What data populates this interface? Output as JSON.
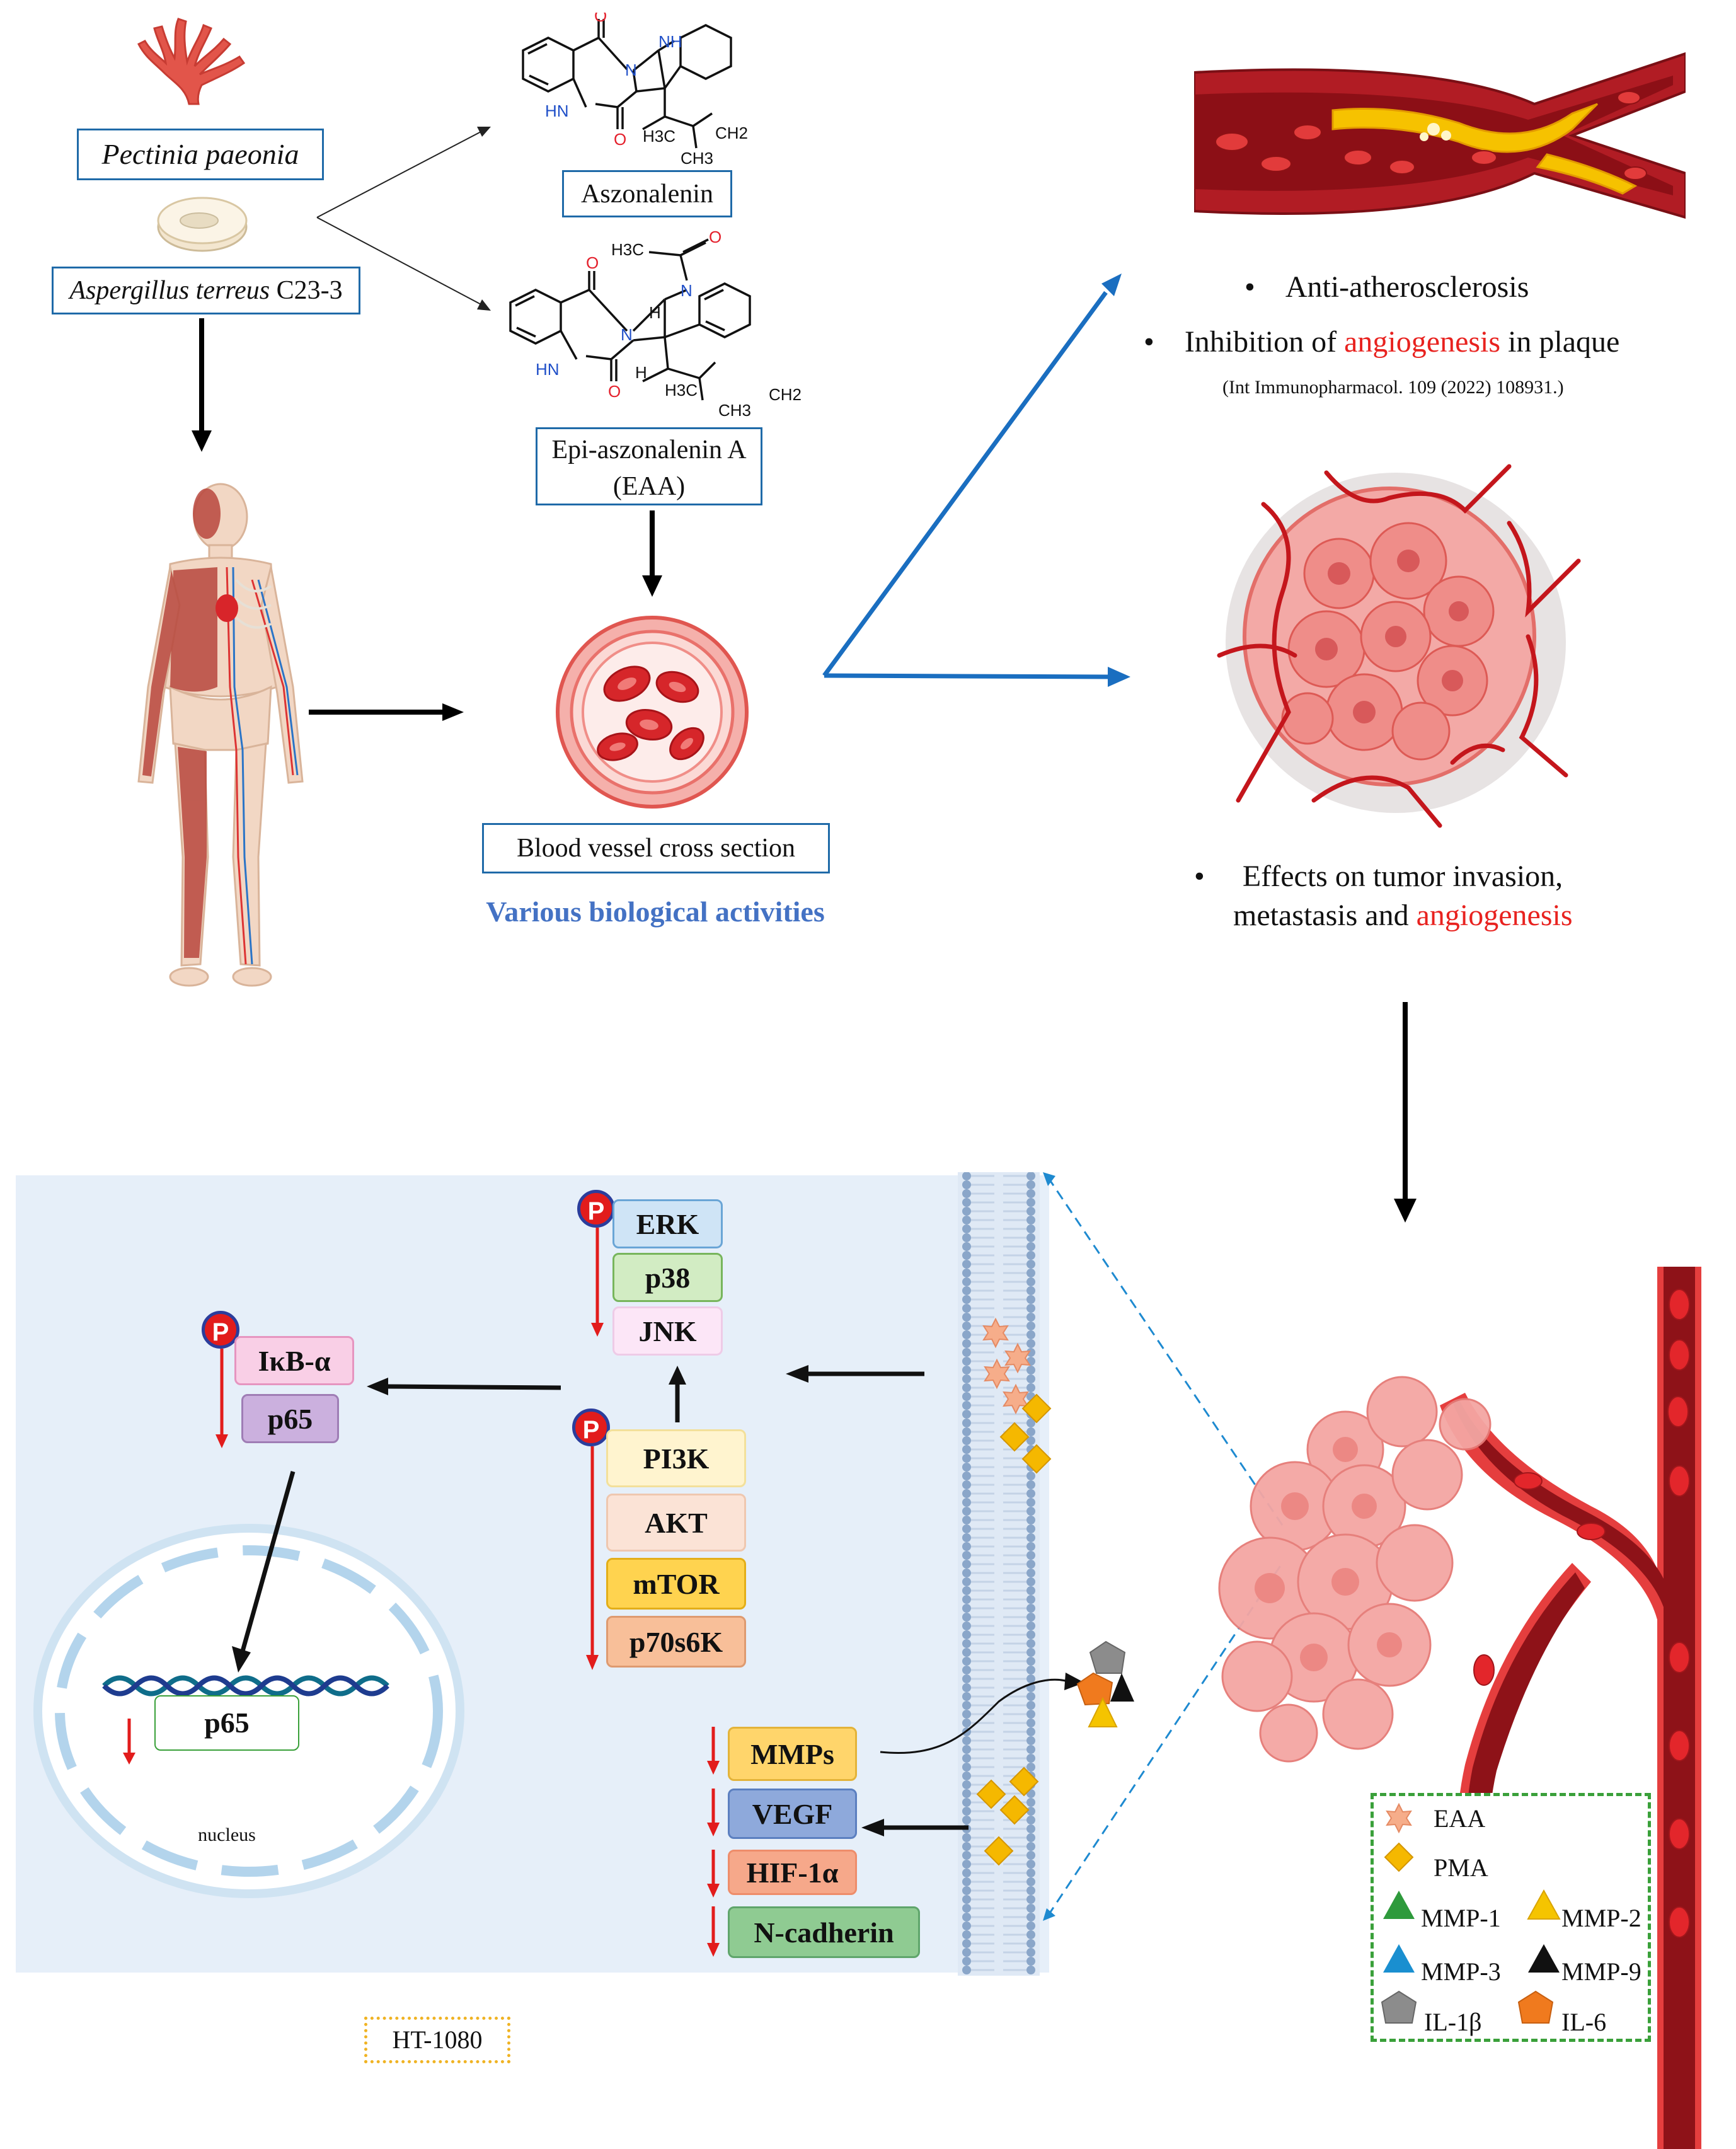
{
  "top": {
    "coral_label": "Pectinia paeonia",
    "fungus_label_italic": "Aspergillus terreus",
    "fungus_label_rest": " C23-3",
    "compound1_label": "Aszonalenin",
    "compound2_label_line1": "Epi-aszonalenin A",
    "compound2_label_line2": "(EAA)",
    "vessel_label": "Blood vessel cross section",
    "activities_label": "Various biological activities"
  },
  "chem": {
    "o": "O",
    "nh": "NH",
    "hn": "HN",
    "n": "N",
    "h3c": "H3C",
    "ch3": "CH3",
    "ch2": "CH2",
    "h": "H"
  },
  "effects": {
    "bullet1": "Anti-atherosclerosis",
    "bullet2_pre": "Inhibition of ",
    "bullet2_red": "angiogenesis",
    "bullet2_post": " in plaque",
    "reference": "(Int Immunopharmacol. 109 (2022) 108931.)",
    "bullet3_line1": "Effects on tumor invasion,",
    "bullet3_line2_pre": "metastasis and ",
    "bullet3_line2_red": "angiogenesis"
  },
  "pathway": {
    "phospho_symbol": "P",
    "mapk": [
      "ERK",
      "p38",
      "JNK"
    ],
    "pi3k": [
      "PI3K",
      "AKT",
      "mTOR",
      "p70s6K"
    ],
    "nfkb": [
      "IκB-α",
      "p65"
    ],
    "nucleus_gene": "p65",
    "nucleus_label": "nucleus",
    "targets": [
      "MMPs",
      "VEGF",
      "HIF-1α",
      "N-cadherin"
    ],
    "cell_line": "HT-1080"
  },
  "legend": {
    "items": [
      {
        "name": "EAA",
        "shape": "star",
        "color": "#f2a37c"
      },
      {
        "name": "PMA",
        "shape": "diamond",
        "color": "#f5b800"
      },
      {
        "name": "MMP-1",
        "shape": "triangle",
        "color": "#2e9a3c"
      },
      {
        "name": "MMP-2",
        "shape": "triangle",
        "color": "#f5c400"
      },
      {
        "name": "MMP-3",
        "shape": "triangle",
        "color": "#1a8fd0"
      },
      {
        "name": "MMP-9",
        "shape": "triangle",
        "color": "#111111"
      },
      {
        "name": "IL-1β",
        "shape": "pentagon",
        "color": "#8c8c8c"
      },
      {
        "name": "IL-6",
        "shape": "pentagon",
        "color": "#f07a1e"
      }
    ]
  },
  "colors": {
    "label_border": "#1f6aa8",
    "accent_blue": "#4472c4",
    "highlight_red": "#e8221f",
    "cell_bg": "#e6eff9",
    "legend_border": "#3aa03a",
    "ht_border": "#f0b323"
  }
}
